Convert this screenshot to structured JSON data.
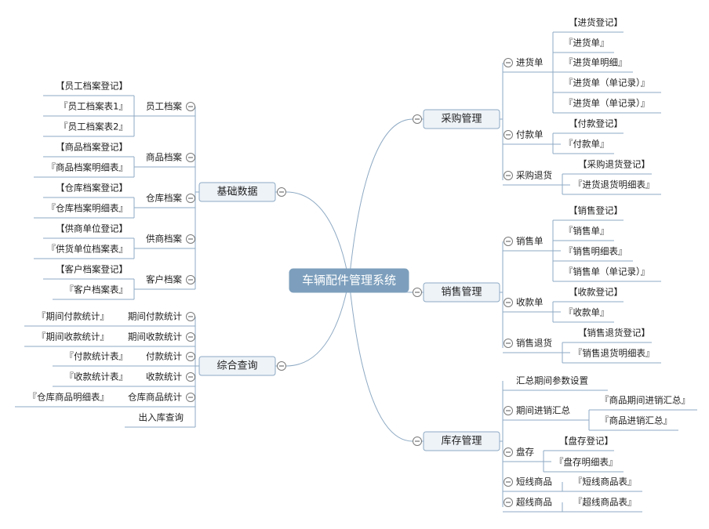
{
  "root": "车辆配件管理系统",
  "right": [
    {
      "label": "采购管理",
      "children": [
        {
          "label": "进货单",
          "children": [
            "【进货登记】",
            "『进货单』",
            "『进货单明细』",
            "『进货单（单记录）』",
            "『进货单（单记录）』"
          ]
        },
        {
          "label": "付款单",
          "children": [
            "【付款登记】",
            "『付款单』"
          ]
        },
        {
          "label": "采购退货",
          "children": [
            "【采购退货登记】",
            "『进货退货明细表』"
          ]
        }
      ]
    },
    {
      "label": "销售管理",
      "children": [
        {
          "label": "销售单",
          "children": [
            "【销售登记】",
            "『销售单』",
            "『销售明细表』",
            "『销售单（单记录）』"
          ]
        },
        {
          "label": "收款单",
          "children": [
            "【收款登记】",
            "『收款单』"
          ]
        },
        {
          "label": "销售退货",
          "children": [
            "【销售退货登记】",
            "『销售退货明细表』"
          ]
        }
      ]
    },
    {
      "label": "库存管理",
      "children": [
        {
          "label": "汇总期间参数设置",
          "children": []
        },
        {
          "label": "期间进销汇总",
          "children": [
            "『商品期间进销汇总』",
            "『商品进销汇总』"
          ]
        },
        {
          "label": "盘存",
          "children": [
            "【盘存登记】",
            "『盘存明细表』"
          ]
        },
        {
          "label": "短线商品",
          "children": [
            "『短线商品表』"
          ]
        },
        {
          "label": "超线商品",
          "children": [
            "『超线商品表』"
          ]
        }
      ]
    }
  ],
  "left": [
    {
      "label": "基础数据",
      "children": [
        {
          "label": "员工档案",
          "children": [
            "【员工档案登记】",
            "『员工档案表1』",
            "『员工档案表2』"
          ]
        },
        {
          "label": "商品档案",
          "children": [
            "【商品档案登记】",
            "『商品档案明细表』"
          ]
        },
        {
          "label": "仓库档案",
          "children": [
            "【仓库档案登记】",
            "『仓库档案明细表』"
          ]
        },
        {
          "label": "供商档案",
          "children": [
            "【供商单位登记】",
            "『供货单位档案表』"
          ]
        },
        {
          "label": "客户档案",
          "children": [
            "【客户档案登记】",
            "『客户档案表』"
          ]
        }
      ]
    },
    {
      "label": "综合查询",
      "children": [
        {
          "label": "期间付款统计",
          "children": [
            "『期间付款统计』"
          ]
        },
        {
          "label": "期间收款统计",
          "children": [
            "『期间收款统计』"
          ]
        },
        {
          "label": "付款统计",
          "children": [
            "『付款统计表』"
          ]
        },
        {
          "label": "收款统计",
          "children": [
            "『收款统计表』"
          ]
        },
        {
          "label": "仓库商品统计",
          "children": [
            "『仓库商品明细表』"
          ]
        },
        {
          "label": "出入库查询",
          "children": []
        }
      ]
    }
  ],
  "colors": {
    "root_fill": "#7d9fbd",
    "branch_fill": "#eef3f8",
    "branch_stroke": "#8eaac4",
    "line": "#8eaac4",
    "text": "#222222"
  }
}
